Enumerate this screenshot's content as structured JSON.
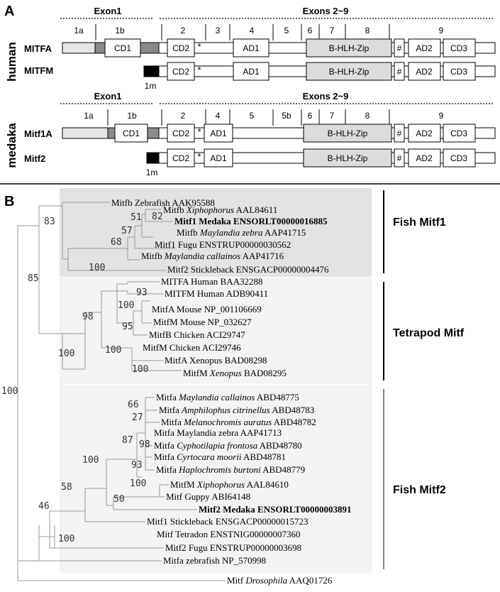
{
  "panel_a": {
    "label": "A",
    "species": [
      "human",
      "medaka"
    ],
    "header_exon1": "Exon1",
    "header_exons": "Exons 2~9",
    "exon_nums_human": [
      "1a",
      "1b",
      "2",
      "3",
      "4",
      "5",
      "6",
      "7",
      "8",
      "9"
    ],
    "exon_nums_medaka": [
      "1a",
      "1b",
      "2",
      "4",
      "5",
      "5b",
      "6",
      "7",
      "8",
      "9"
    ],
    "genes": [
      "MITFA",
      "MITFM",
      "Mitf1A",
      "Mitf2"
    ],
    "m_label": "1m",
    "domains": {
      "cd1": "CD1",
      "cd2": "CD2",
      "star": "*",
      "ad1": "AD1",
      "bhlh": "B-HLH-Zip",
      "hash": "#",
      "ad2": "AD2",
      "cd3": "CD3"
    }
  },
  "panel_b": {
    "label": "B",
    "groups": [
      "Fish Mitf1",
      "Tetrapod Mitf",
      "Fish Mitf2"
    ],
    "bootstrap": [
      "83",
      "51",
      "82",
      "57",
      "68",
      "100",
      "85",
      "93",
      "100",
      "95",
      "98",
      "100",
      "100",
      "100",
      "66",
      "27",
      "87",
      "98",
      "93",
      "100",
      "100",
      "58",
      "50",
      "46",
      "100"
    ],
    "leaves": [
      {
        "pre": "Mitfb Zebrafish AAK95588",
        "it": "",
        "post": ""
      },
      {
        "pre": "Mitfb ",
        "it": "Xiphophorus",
        "post": " AAL84611"
      },
      {
        "pre": "Mitf1 Medaka ENSORLT00000016885",
        "it": "",
        "post": ""
      },
      {
        "pre": "Mitfb ",
        "it": "Maylandia zebra",
        "post": " AAP41715"
      },
      {
        "pre": "Mitf1 Fugu ENSTRUP00000030562",
        "it": "",
        "post": ""
      },
      {
        "pre": "Mitfb ",
        "it": "Maylandia callainos",
        "post": " AAP41716"
      },
      {
        "pre": "Mitf2 Stickleback ENSGACP00000004476",
        "it": "",
        "post": ""
      },
      {
        "pre": "MITFA Human BAA32288",
        "it": "",
        "post": ""
      },
      {
        "pre": "MITFM Human ADB90411",
        "it": "",
        "post": ""
      },
      {
        "pre": "MitfA Mouse NP_001106669",
        "it": "",
        "post": ""
      },
      {
        "pre": "MitfM Mouse NP_032627",
        "it": "",
        "post": ""
      },
      {
        "pre": "MitfB Chicken ACI29747",
        "it": "",
        "post": ""
      },
      {
        "pre": "MitfM Chicken ACI29746",
        "it": "",
        "post": ""
      },
      {
        "pre": "MitfA Xenopus BAD08298",
        "it": "",
        "post": ""
      },
      {
        "pre": "MitfM ",
        "it": "Xenopus",
        "post": " BAD08295"
      },
      {
        "pre": "Mitfa ",
        "it": "Maylandia callainos",
        "post": " ABD48775"
      },
      {
        "pre": "Mitfa ",
        "it": "Amphilophus citrinellus",
        "post": " ABD48783"
      },
      {
        "pre": "Mitfa ",
        "it": "Melanochromis auratus",
        "post": " ABD48782"
      },
      {
        "pre": "Mitfa Maylandia zebra AAP41713",
        "it": "",
        "post": ""
      },
      {
        "pre": "Mitfa ",
        "it": "Cyphotilapia frontosa",
        "post": " ABD48780"
      },
      {
        "pre": "Mitfa ",
        "it": "Cyrtocara moorii",
        "post": " ABD48781"
      },
      {
        "pre": "Mitfa ",
        "it": "Haplochromis burtoni",
        "post": " ABD48779"
      },
      {
        "pre": "MitfM ",
        "it": "Xiphophorus",
        "post": " AAL84610"
      },
      {
        "pre": "Mitf Guppy ABI64148",
        "it": "",
        "post": ""
      },
      {
        "pre": "Mitf2 Medaka ENSORLT00000003891",
        "it": "",
        "post": ""
      },
      {
        "pre": "Mitf1 Stickleback ENSGACP00000015723",
        "it": "",
        "post": ""
      },
      {
        "pre": "Mitf Tetradon ENSTNIG00000007360",
        "it": "",
        "post": ""
      },
      {
        "pre": "Mitf2 Fugu ENSTRUP00000003698",
        "it": "",
        "post": ""
      },
      {
        "pre": "Mitfa zebrafish NP_570998",
        "it": "",
        "post": ""
      },
      {
        "pre": "Mitf ",
        "it": "Drosophila",
        "post": " AAQ01726"
      }
    ]
  }
}
